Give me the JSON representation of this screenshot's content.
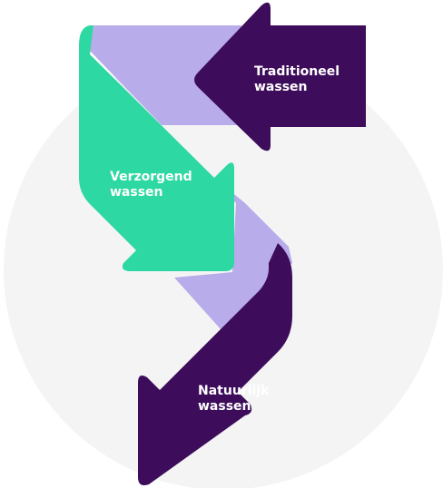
{
  "diagram": {
    "steps": [
      {
        "line1": "Traditioneel",
        "line2": "wassen"
      },
      {
        "line1": "Verzorgend",
        "line2": "wassen"
      },
      {
        "line1": "Natuurlijk",
        "line2": "wassen"
      }
    ]
  },
  "colors": {
    "background_circle": "#f4f4f4",
    "lavender_band": "#b9acea",
    "dark_purple": "#3d0c5b",
    "green": "#2ed8a2",
    "label_text": "#ffffff"
  }
}
